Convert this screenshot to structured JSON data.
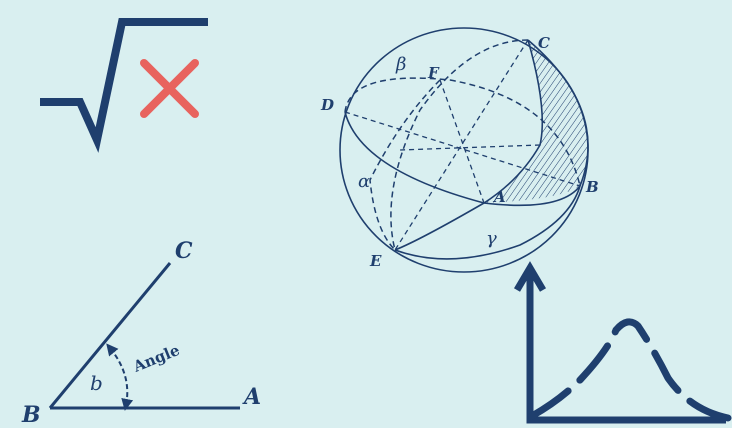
{
  "colors": {
    "background": "#d9eff0",
    "ink": "#1f3f6e",
    "cross": "#e8635e",
    "hatch": "#1f3f6e"
  },
  "angle_diagram": {
    "vertex": "B",
    "ray_end_upper": "C",
    "ray_end_lower": "A",
    "angle_symbol": "b",
    "angle_caption": "Angle"
  },
  "sphere_diagram": {
    "points": {
      "C": "C",
      "F": "F",
      "D": "D",
      "A": "A",
      "B": "B",
      "E": "E"
    },
    "greek": {
      "beta": "β",
      "alpha": "α",
      "gamma": "γ"
    }
  },
  "icons": [
    "square-root-icon",
    "cross-icon",
    "bell-curve-icon"
  ]
}
